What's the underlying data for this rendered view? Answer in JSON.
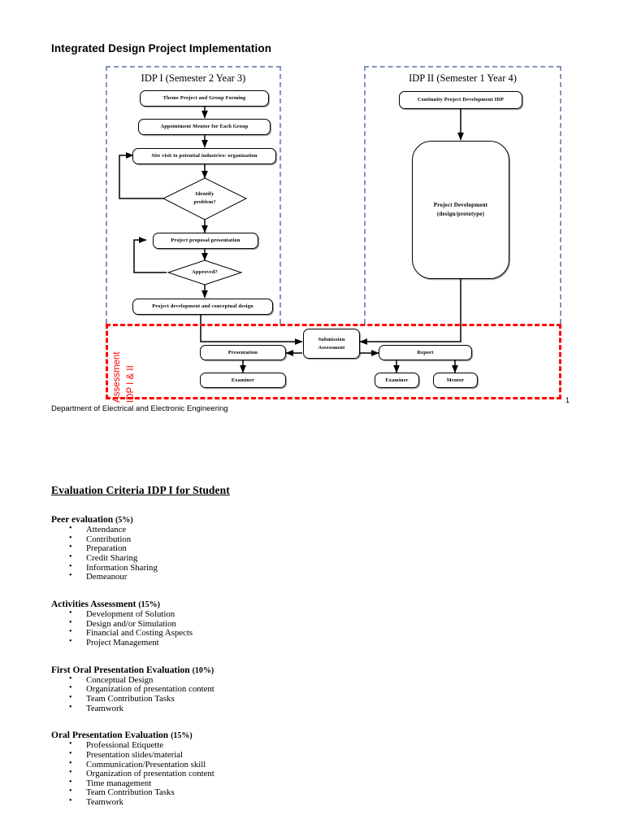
{
  "document": {
    "title": "Integrated Design Project Implementation",
    "footer": "Department of Electrical and Electronic Engineering",
    "page_number": "1"
  },
  "colors": {
    "frame_blue": "#8094b8",
    "frame_red": "#ff0000",
    "node_border": "#000000",
    "text": "#000000"
  },
  "diagram": {
    "idp1": {
      "title": "IDP I (Semester 2 Year 3)",
      "nodes": {
        "theme": "Theme Project and Group Forming",
        "mentor": "Appointment Mentor for Each Group",
        "site_visit": "Site visit to potential industries/ organization",
        "identify": "Identify problem?",
        "proposal": "Project proposal presentation",
        "approved": "Approved?",
        "development": "Project development and conceptual design"
      }
    },
    "idp2": {
      "title": "IDP II (Semester 1 Year 4)",
      "nodes": {
        "continuity": "Continuity Project Development IDP",
        "project_development_line1": "Project Development",
        "project_development_line2": "(design/prototype)"
      }
    },
    "assessment": {
      "label_line1": "Assessment",
      "label_line2": "IDP I & II",
      "nodes": {
        "submission_line1": "Submission",
        "submission_line2": "Assessment",
        "presentation": "Presentation",
        "report": "Report",
        "examiner_left": "Examiner",
        "examiner_right": "Examiner",
        "mentor": "Mentor"
      }
    }
  },
  "criteria": {
    "heading": "Evaluation Criteria IDP I for Student",
    "groups": [
      {
        "title": "Peer evaluation",
        "weight": "(5%)",
        "items": [
          "Attendance",
          "Contribution",
          "Preparation",
          "Credit Sharing",
          "Information Sharing",
          "Demeanour"
        ]
      },
      {
        "title": "Activities Assessment",
        "weight": "(15%)",
        "items": [
          "Development of Solution",
          "Design and/or Simulation",
          "Financial and Costing Aspects",
          "Project Management"
        ]
      },
      {
        "title": "First Oral Presentation Evaluation",
        "weight": "(10%)",
        "items": [
          "Conceptual Design",
          "Organization of presentation content",
          "Team Contribution Tasks",
          "Teamwork"
        ]
      },
      {
        "title": "Oral Presentation Evaluation",
        "weight": "(15%)",
        "items": [
          "Professional Etiquette",
          "Presentation slides/material",
          "Communication/Presentation skill",
          "Organization of presentation content",
          "Time management",
          "Team Contribution Tasks",
          "Teamwork"
        ]
      }
    ]
  }
}
